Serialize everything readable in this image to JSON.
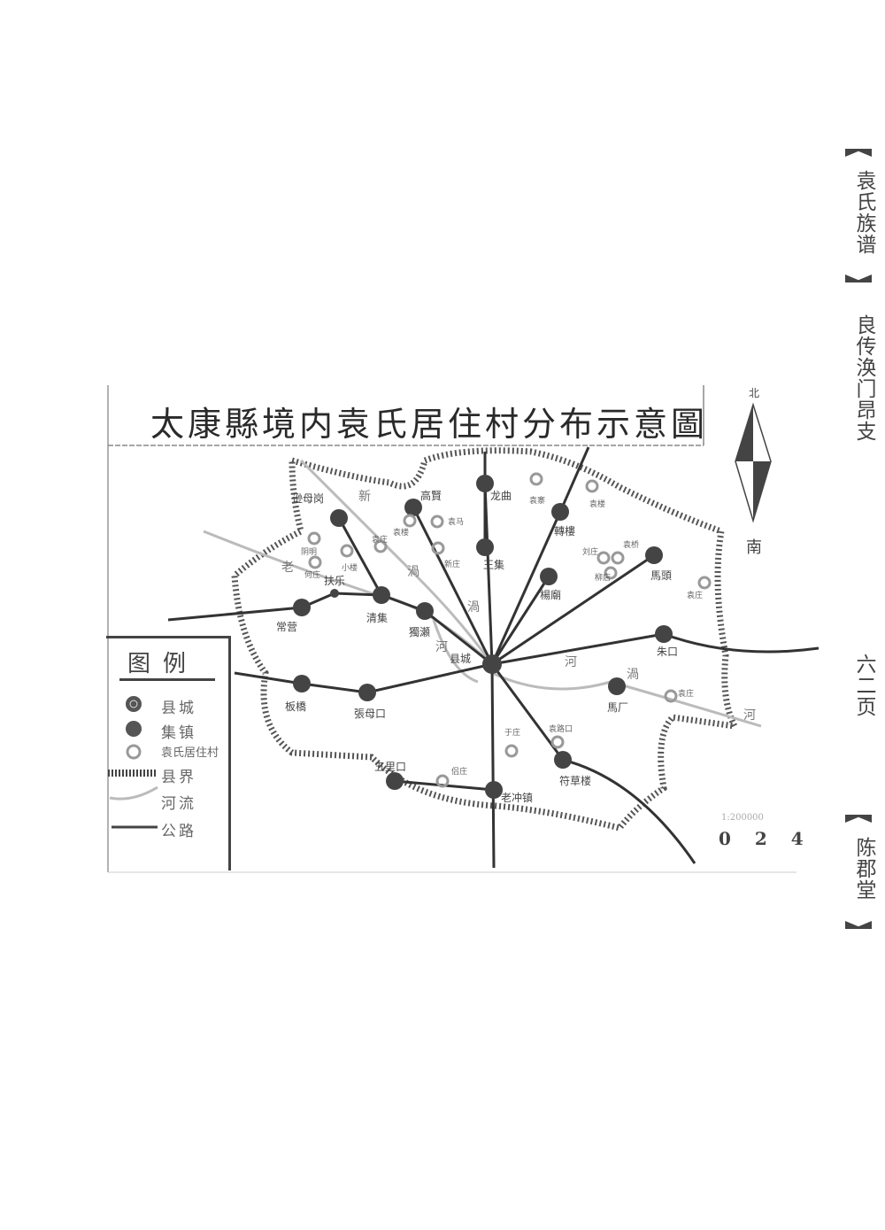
{
  "sidebar": {
    "book_title": "袁氏族谱",
    "branch": "良传涣门昂支",
    "page": "六二页",
    "hall": "陈郡堂"
  },
  "map": {
    "title": "太康縣境内袁氏居住村分布示意圖",
    "compass": {
      "north": "北",
      "south": "南"
    },
    "county_seat": "县城",
    "towns": [
      "朱口",
      "馬厂",
      "符草楼",
      "老冲镇",
      "五里口",
      "張母口",
      "板橋",
      "常营",
      "扶乐",
      "清集",
      "獨瀬",
      "高賢",
      "龙曲",
      "王集",
      "轉樓",
      "楊廟",
      "馬頭",
      "逊母岗"
    ],
    "villages": [
      "袁马",
      "新庄",
      "袁庄",
      "袁楼",
      "小楼",
      "何庄",
      "阴明",
      "袁寨",
      "袁楼",
      "袁桥",
      "刘庄",
      "柳店",
      "袁庄",
      "袁庄",
      "袁路口",
      "于庄",
      "侣庄"
    ],
    "rivers": [
      "新",
      "渦",
      "渦",
      "河",
      "河",
      "渦",
      "河",
      "老"
    ],
    "legend": {
      "title": "图例",
      "items": [
        "县城",
        "集镇",
        "袁氏居住村",
        "县界",
        "河流",
        "公路"
      ]
    },
    "scale": {
      "ratio": "1:200000",
      "ticks": "0 2 4"
    }
  }
}
